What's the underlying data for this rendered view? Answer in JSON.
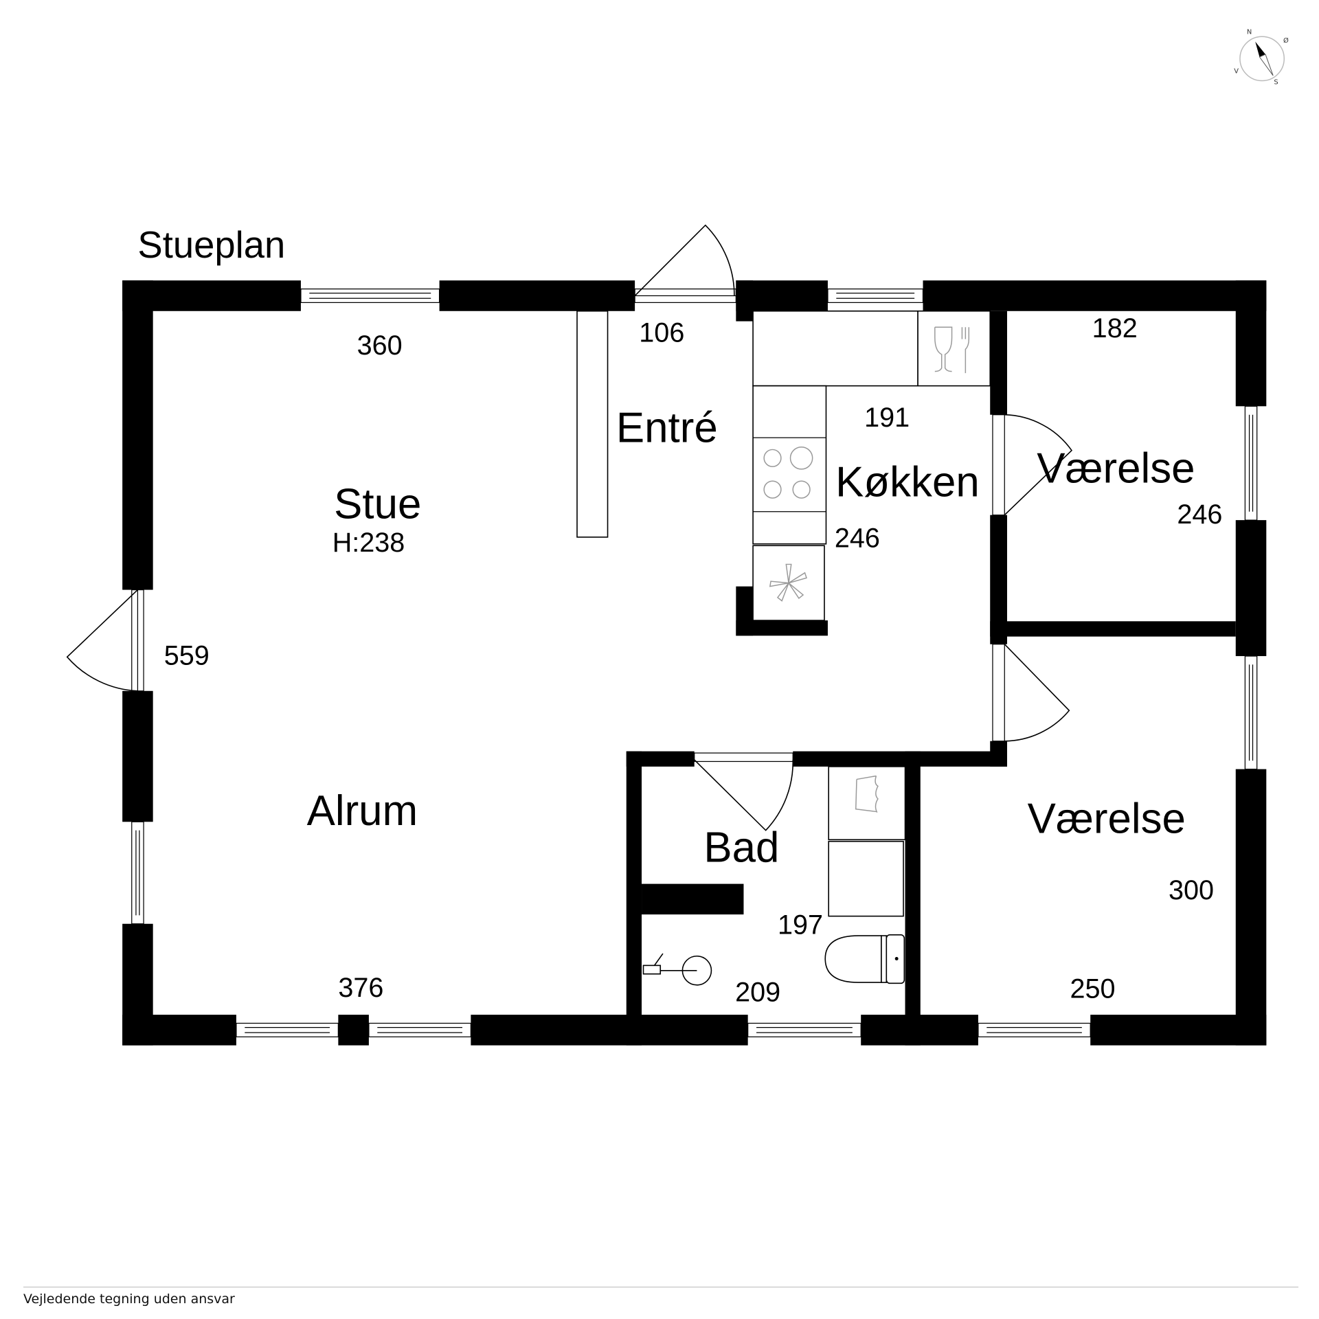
{
  "plan": {
    "title": "Stueplan",
    "footer": "Vejledende tegning uden ansvar",
    "compass": {
      "north": "N",
      "east": "Ø",
      "south": "S",
      "west": "V"
    },
    "rooms": {
      "stue": {
        "name": "Stue",
        "height": "H:238",
        "dimension": "360"
      },
      "entre": {
        "name": "Entré",
        "dimension": "106"
      },
      "koekken": {
        "name": "Køkken",
        "width": "191",
        "depth": "246"
      },
      "vaerelse_1": {
        "name": "Værelse",
        "width": "182",
        "depth": "246"
      },
      "alrum": {
        "name": "Alrum",
        "width": "376",
        "depth": "559"
      },
      "bad": {
        "name": "Bad",
        "depth": "197",
        "width": "209"
      },
      "vaerelse_2": {
        "name": "Værelse",
        "depth": "300",
        "width": "250"
      }
    },
    "fixtures": [
      "dishwasher-icon",
      "stove-icon",
      "fan-icon",
      "washing-machine-icon",
      "toilet-icon",
      "shower-icon"
    ]
  }
}
